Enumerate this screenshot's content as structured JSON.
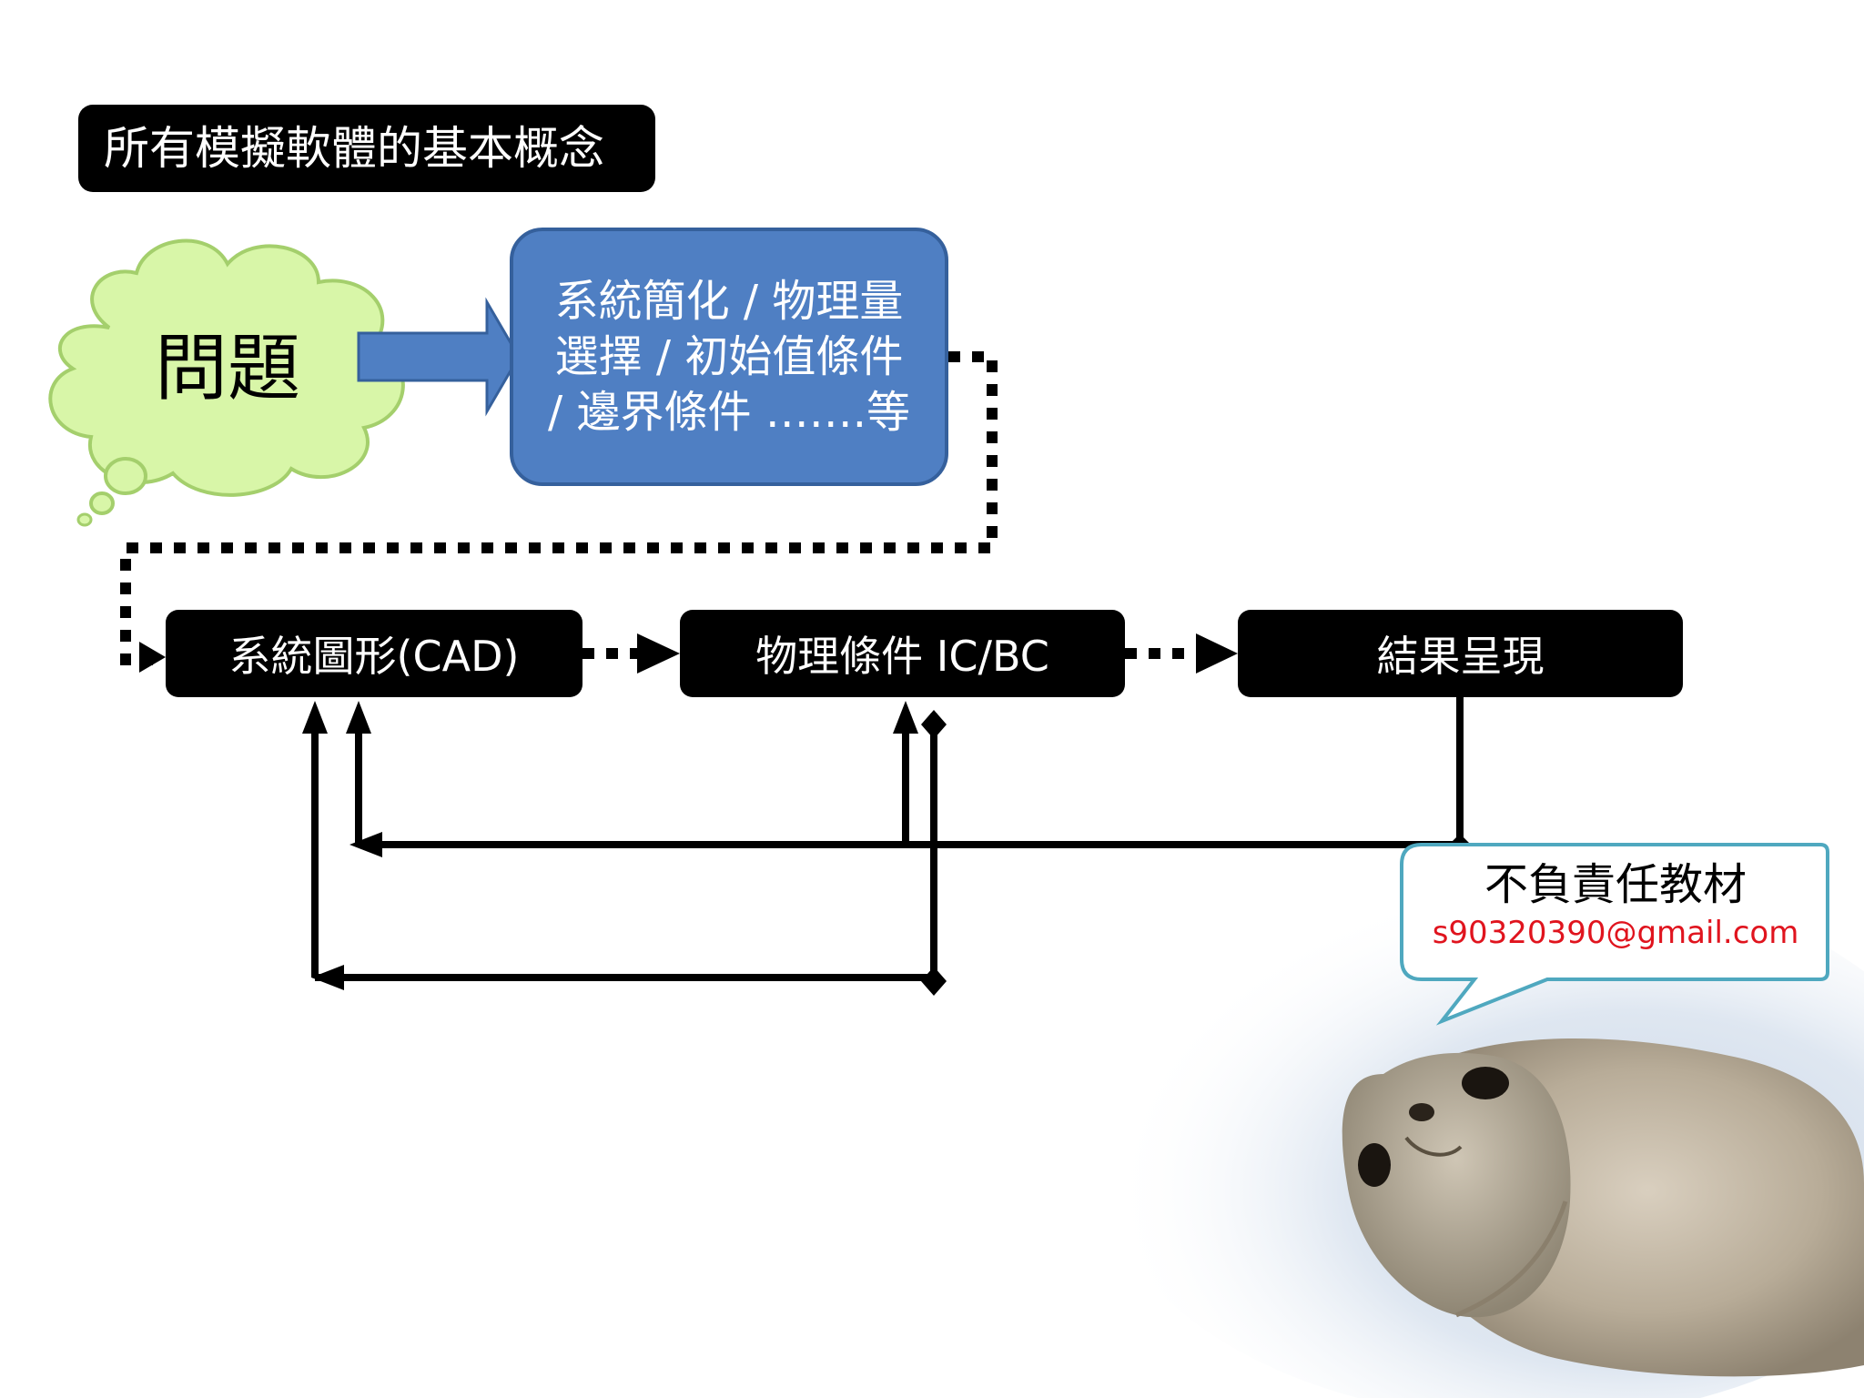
{
  "title": "所有模擬軟體的基本概念",
  "problem": "問題",
  "simplification": {
    "lines": [
      "系統簡化 / 物理量",
      "選擇 / 初始值條件",
      "/ 邊界條件 …….等"
    ]
  },
  "steps": {
    "cad": "系統圖形(CAD)",
    "physics": "物理條件 IC/BC",
    "result": "結果呈現"
  },
  "callout": {
    "title": "不負責任教材",
    "email": "s90320390@gmail.com"
  },
  "colors": {
    "cloud_fill": "#d8f6a8",
    "cloud_stroke": "#a4cf6c",
    "blue_fill": "#4f7fc3",
    "blue_arrow": "#4f7fc3",
    "bubble_stroke": "#4fa8bf",
    "email": "#e0141e"
  }
}
